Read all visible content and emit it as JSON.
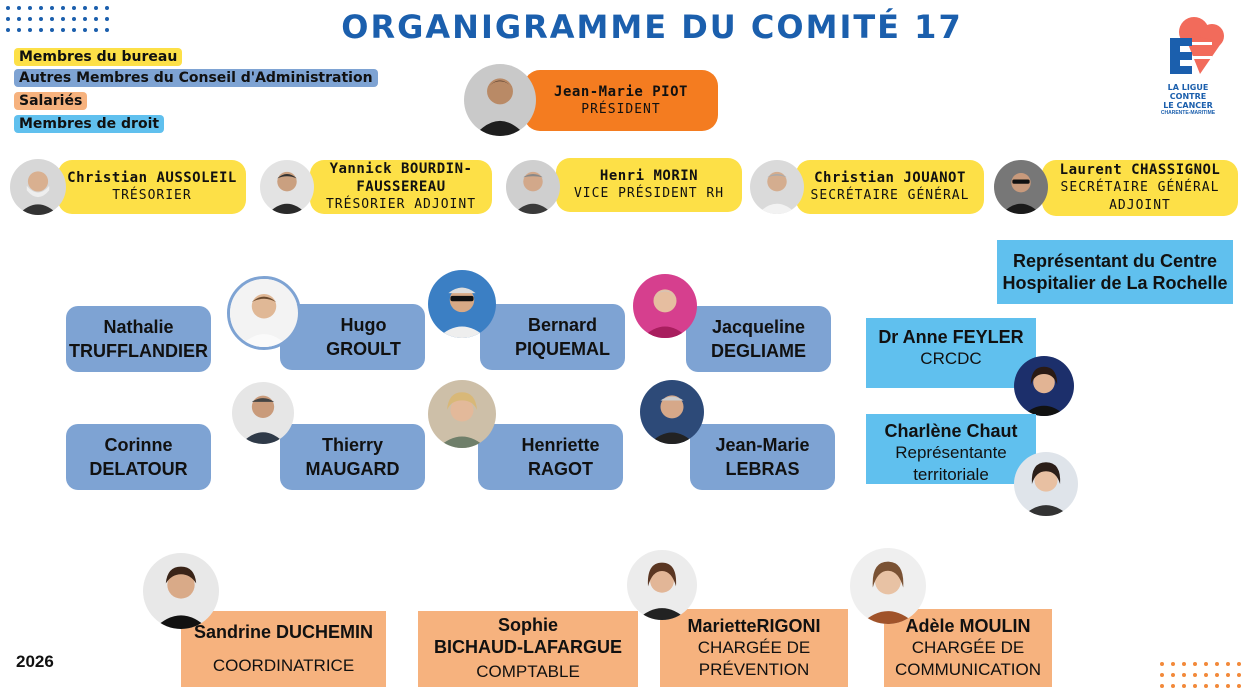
{
  "title": "ORGANIGRAMME DU COMITÉ 17",
  "year": "2026",
  "logo": {
    "line1": "LA LIGUE",
    "line2": "CONTRE",
    "line3": "LE CANCER",
    "line4": "CHARENTE-MARITIME"
  },
  "colors": {
    "title_blue": "#1b5fad",
    "bureau_yellow": "#fde047",
    "ca_blue": "#7ea3d3",
    "salaries_peach": "#f6b27e",
    "droit_cyan": "#60c0ee",
    "president_orange": "#f47c20"
  },
  "legend": [
    {
      "label": "Membres du bureau"
    },
    {
      "label": "Autres Membres du Conseil d'Administration"
    },
    {
      "label": "Salariés"
    },
    {
      "label": "Membres de droit"
    }
  ],
  "president": {
    "name": "Jean-Marie PIOT",
    "role": "PRÉSIDENT"
  },
  "bureau": [
    {
      "name": "Christian AUSSOLEIL",
      "role": "TRÉSORIER"
    },
    {
      "name_line1": "Yannick BOURDIN-",
      "name_line2": "FAUSSEREAU",
      "role": "TRÉSORIER ADJOINT"
    },
    {
      "name": "Henri MORIN",
      "role": "VICE PRÉSIDENT RH"
    },
    {
      "name": "Christian JOUANOT",
      "role": "SECRÉTAIRE GÉNÉRAL"
    },
    {
      "name": "Laurent CHASSIGNOL",
      "role_line1": "SECRÉTAIRE GÉNÉRAL",
      "role_line2": "ADJOINT"
    }
  ],
  "ca_members": [
    {
      "first": "Nathalie",
      "last": "TRUFFLANDIER"
    },
    {
      "first": "Hugo",
      "last": "GROULT"
    },
    {
      "first": "Bernard",
      "last": "PIQUEMAL"
    },
    {
      "first": "Jacqueline",
      "last": "DEGLIAME"
    },
    {
      "first": "Corinne",
      "last": "DELATOUR"
    },
    {
      "first": "Thierry",
      "last": "MAUGARD"
    },
    {
      "first": "Henriette",
      "last": "RAGOT"
    },
    {
      "first": "Jean-Marie",
      "last": "LEBRAS"
    }
  ],
  "droit": {
    "hospital": {
      "line1": "Représentant du Centre",
      "line2": "Hospitalier de La Rochelle"
    },
    "feyler": {
      "name": "Dr Anne FEYLER",
      "role": "CRCDC"
    },
    "chaut": {
      "name": "Charlène Chaut",
      "role_line1": "Représentante",
      "role_line2": "territoriale"
    }
  },
  "salaries": [
    {
      "name": "Sandrine DUCHEMIN",
      "role": "COORDINATRICE"
    },
    {
      "name_line1": "Sophie",
      "name_line2": "BICHAUD-LAFARGUE",
      "role": "COMPTABLE"
    },
    {
      "name": "MarietteRIGONI",
      "role_line1": "CHARGÉE DE",
      "role_line2": "PRÉVENTION"
    },
    {
      "name": "Adèle MOULIN",
      "role_line1": "CHARGÉE DE",
      "role_line2": "COMMUNICATION"
    }
  ]
}
